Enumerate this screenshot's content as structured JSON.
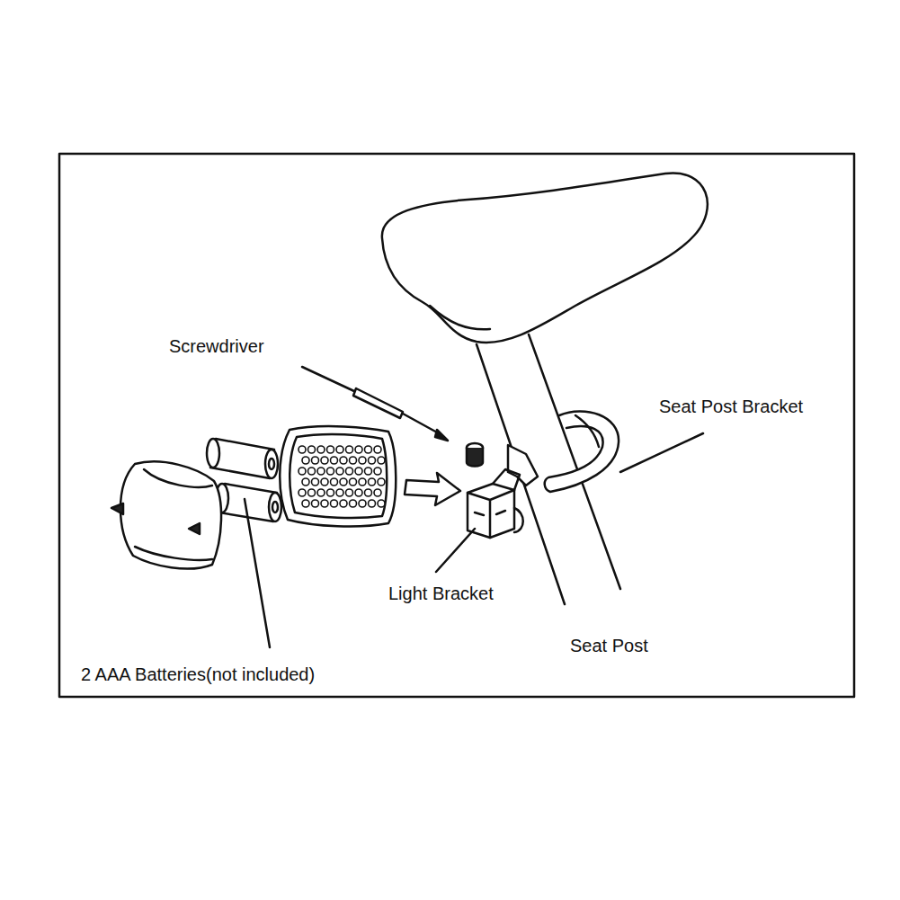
{
  "diagram": {
    "labels": [
      "Screwdriver",
      "Seat Post Bracket",
      "Light Bracket",
      "Seat Post",
      "2 AAA Batteries(not included)"
    ]
  }
}
